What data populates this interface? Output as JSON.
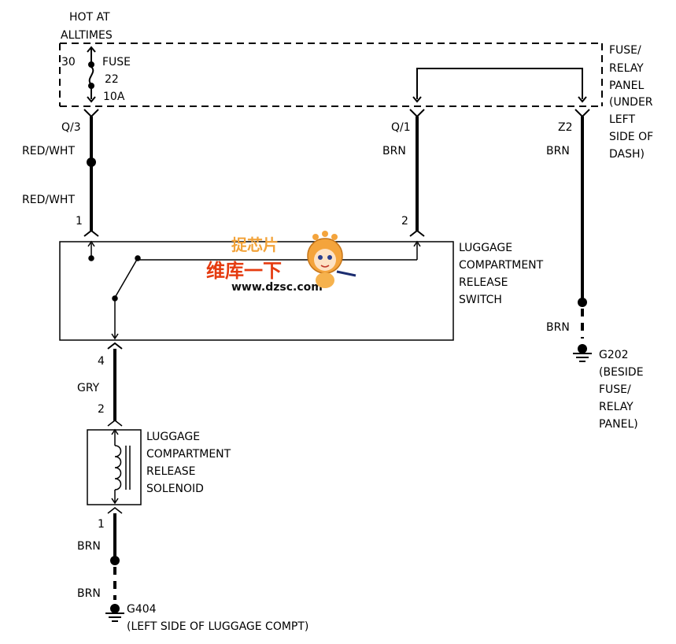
{
  "supply": {
    "line1": "HOT AT",
    "line2": "ALLTIMES"
  },
  "fuse": {
    "cavity": "30",
    "line1": "FUSE",
    "line2": "22",
    "line3": "10A"
  },
  "fuse_panel": {
    "lines": [
      "FUSE/",
      "RELAY",
      "PANEL",
      "(UNDER",
      "LEFT",
      "SIDE OF",
      "DASH)"
    ]
  },
  "connectors": {
    "q3": "Q/3",
    "q1": "Q/1",
    "z2": "Z2"
  },
  "wires": {
    "red_wht_upper": "RED/WHT",
    "red_wht_lower": "RED/WHT",
    "brn_q1": "BRN",
    "brn_z2": "BRN",
    "brn_g202": "BRN",
    "gry": "GRY",
    "brn_sol": "BRN",
    "brn_g404": "BRN"
  },
  "switch": {
    "pin1": "1",
    "pin2": "2",
    "pin4": "4",
    "lines": [
      "LUGGAGE",
      "COMPARTMENT",
      "RELEASE",
      "SWITCH"
    ]
  },
  "solenoid": {
    "pin2": "2",
    "pin1": "1",
    "lines": [
      "LUGGAGE",
      "COMPARTMENT",
      "RELEASE",
      "SOLENOID"
    ]
  },
  "ground_g202": {
    "id": "G202",
    "lines": [
      "(BESIDE",
      "FUSE/",
      "RELAY",
      "PANEL)"
    ]
  },
  "ground_g404": {
    "id": "G404",
    "location": "(LEFT SIDE OF LUGGAGE COMPT)"
  },
  "watermark": {
    "cn": "维库一下",
    "url": "www.dzsc.com",
    "top": "捉芯片"
  }
}
